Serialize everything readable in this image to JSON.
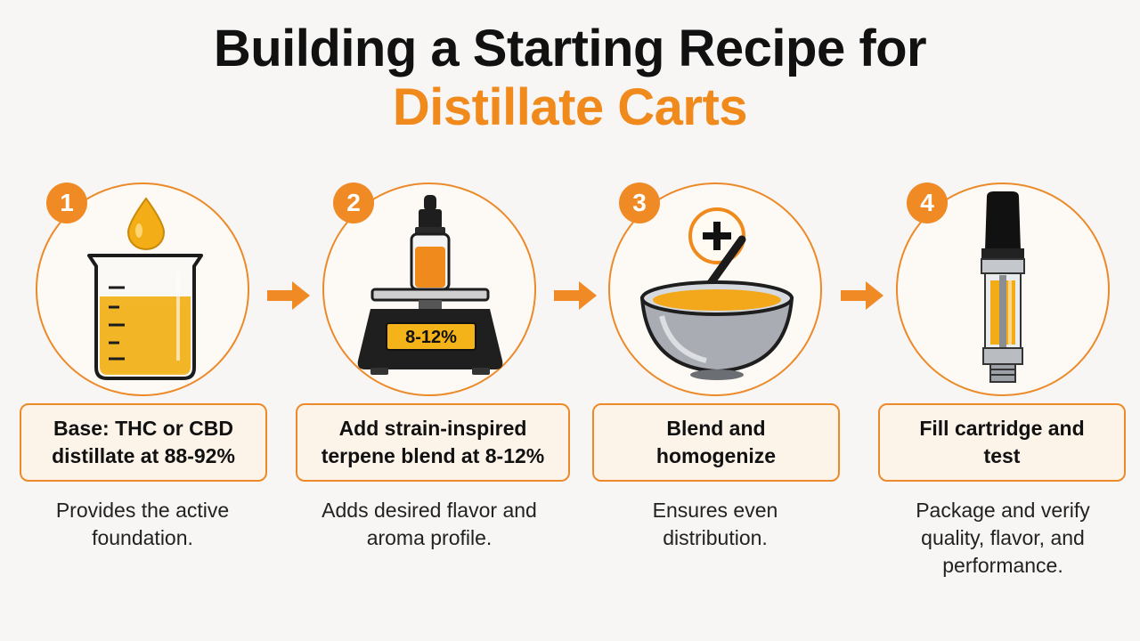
{
  "title": {
    "line1": "Building a Starting Recipe for",
    "line2": "Distillate Carts"
  },
  "colors": {
    "accent": "#ef8a24",
    "background": "#f7f6f4",
    "box_fill": "#fdf4e9",
    "text": "#111111"
  },
  "steps": [
    {
      "number": "1",
      "icon": "beaker-with-oil-drop-icon",
      "label": "Base: THC or CBD distillate at 88-92%",
      "description": "Provides the active foundation."
    },
    {
      "number": "2",
      "icon": "dropper-bottle-on-scale-icon",
      "scale_readout": "8-12%",
      "label": "Add strain-inspired terpene blend at 8-12%",
      "description": "Adds desired flavor and aroma profile."
    },
    {
      "number": "3",
      "icon": "mixing-bowl-icon",
      "label": "Blend and homogenize",
      "description": "Ensures even distribution."
    },
    {
      "number": "4",
      "icon": "vape-cartridge-icon",
      "label": "Fill cartridge and test",
      "description": "Package and verify quality, flavor, and performance."
    }
  ]
}
